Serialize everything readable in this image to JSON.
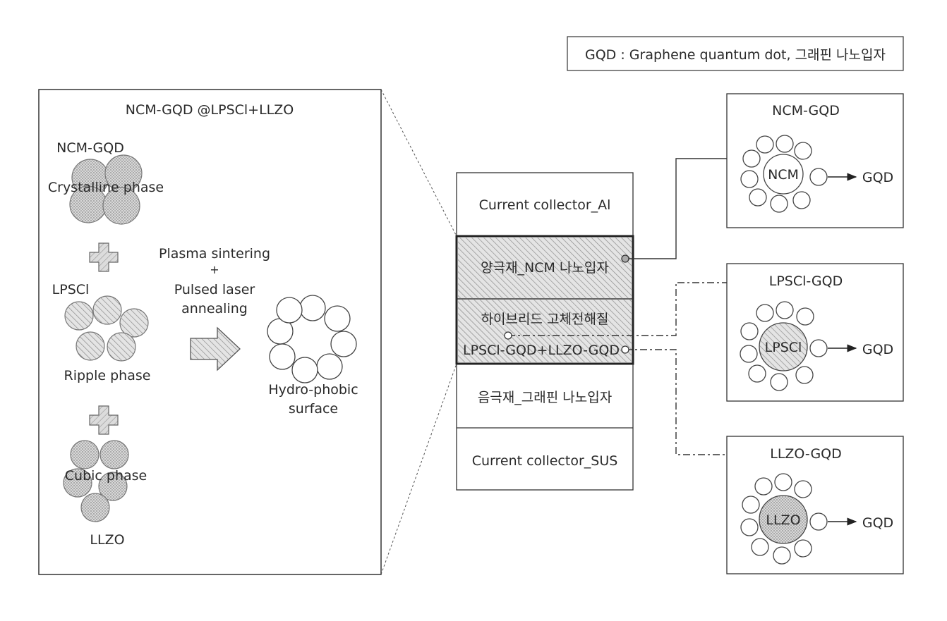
{
  "legend": {
    "text": "GQD : Graphene quantum dot, 그래핀 나노입자"
  },
  "left_panel": {
    "title": "NCM-GQD @LPSCl+LLZO",
    "ncm_label": "NCM-GQD",
    "crystalline_label": "Crystalline phase",
    "lpscl_label": "LPSCl",
    "ripple_label": "Ripple phase",
    "cubic_label": "Cubic phase",
    "llzo_label": "LLZO",
    "process_line1": "Plasma sintering",
    "process_plus": "+",
    "process_line2": "Pulsed laser",
    "process_line3": "annealing",
    "result_line1": "Hydro-phobic",
    "result_line2": "surface"
  },
  "stack": {
    "layer1": "Current collector_Al",
    "layer2": "양극재_NCM 나노입자",
    "layer3_line1": "하이브리드 고체전해질",
    "layer3_line2": "LPSCl-GQD+LLZO-GQD",
    "layer4": "음극재_그래핀 나노입자",
    "layer5": "Current collector_SUS"
  },
  "right_boxes": {
    "ncm_title": "NCM-GQD",
    "ncm_core": "NCM",
    "lpscl_title": "LPSCl-GQD",
    "lpscl_core": "LPSCl",
    "llzo_title": "LLZO-GQD",
    "llzo_core": "LLZO",
    "gqd": "GQD"
  }
}
